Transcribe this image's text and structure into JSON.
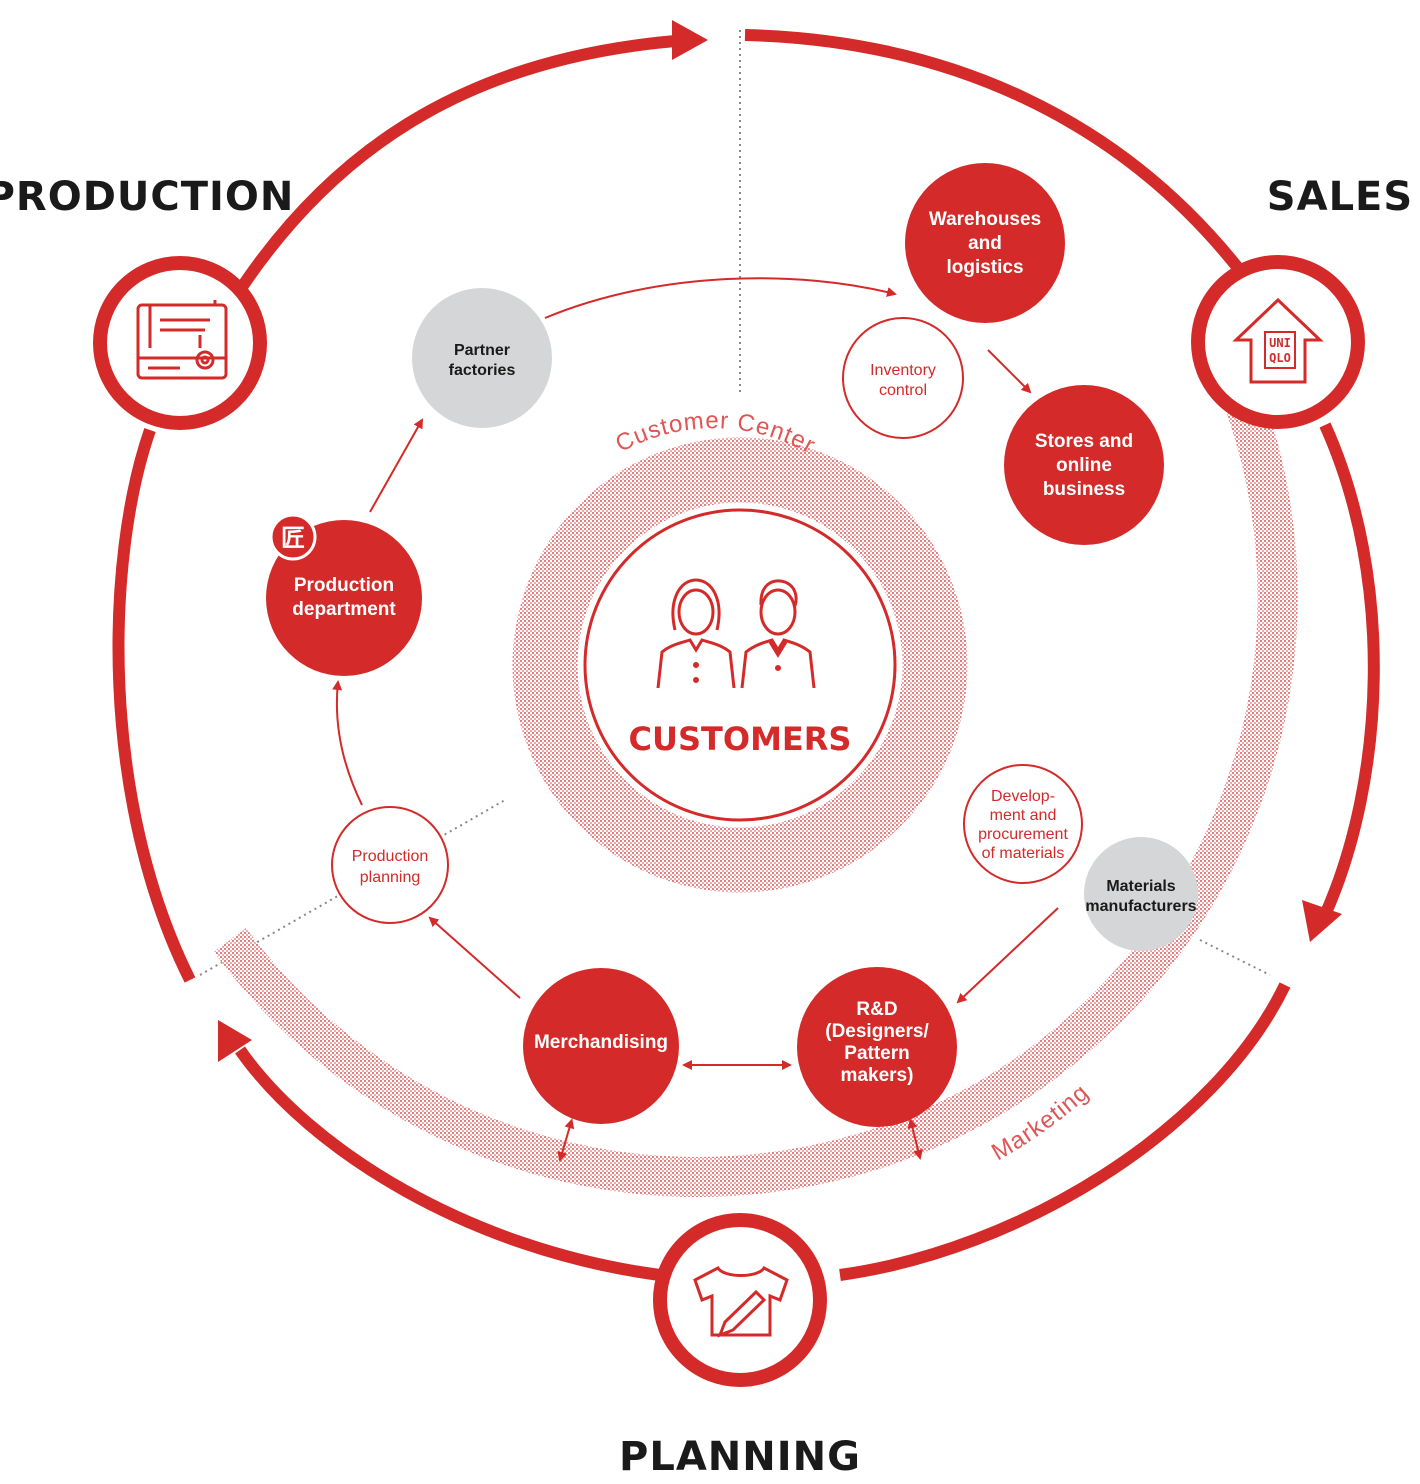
{
  "phases": {
    "production": "PRODUCTION",
    "sales": "SALES",
    "planning": "PLANNING"
  },
  "center": {
    "label": "CUSTOMERS",
    "ring_label": "Customer Center"
  },
  "marketing_label": "Marketing",
  "store_logo": [
    "UNI",
    "QLO"
  ],
  "takumi_glyph": "匠",
  "nodes": {
    "warehouses": [
      "Warehouses",
      "and",
      "logistics"
    ],
    "inventory": [
      "Inventory",
      "control"
    ],
    "stores": [
      "Stores and",
      "online",
      "business"
    ],
    "partner": [
      "Partner",
      "factories"
    ],
    "production_dept": [
      "Production",
      "department"
    ],
    "production_planning": [
      "Production",
      "planning"
    ],
    "merchandising": [
      "Merchandising"
    ],
    "rnd": [
      "R&D",
      "(Designers/",
      "Pattern",
      "makers)"
    ],
    "dev_materials": [
      "Develop-",
      "ment and",
      "procurement",
      "of materials"
    ],
    "materials_mfr": [
      "Materials",
      "manufacturers"
    ]
  },
  "colors": {
    "red": "#d42a29",
    "grey": "#d5d6d7",
    "dark": "#1a1a1a"
  }
}
